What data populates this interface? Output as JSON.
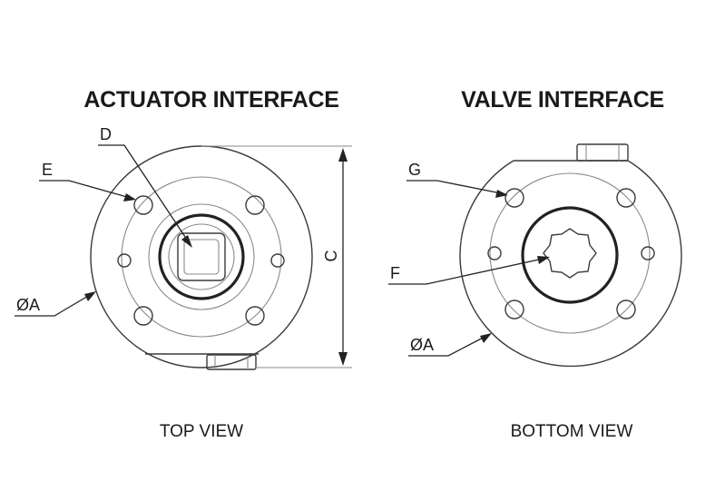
{
  "titles": {
    "actuator": "ACTUATOR INTERFACE",
    "valve": "VALVE INTERFACE"
  },
  "views": {
    "top": "TOP VIEW",
    "bottom": "BOTTOM VIEW"
  },
  "labels": {
    "D": "D",
    "E": "E",
    "A_left": "ØA",
    "C": "C",
    "G": "G",
    "F": "F",
    "A_right": "ØA"
  },
  "colors": {
    "line": "#3a3a3a",
    "light_line": "#8a8a8a",
    "text": "#1a1a1a"
  }
}
